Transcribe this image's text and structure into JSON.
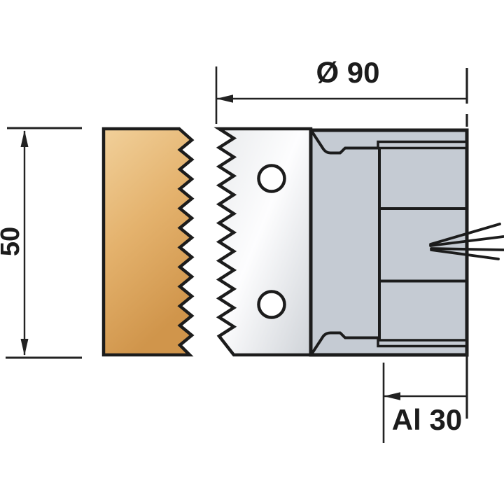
{
  "drawing": {
    "labels": {
      "diameter": "Ø 90",
      "height": "50",
      "bore": "Al 30"
    },
    "colors": {
      "outline": "#1c1c1c",
      "dim_line": "#222222",
      "body_fill": "#c5cbd3",
      "wood_light": "#f1d09a",
      "wood_mid": "#e4b26d",
      "wood_dark": "#d0954b",
      "knife_light": "#e9ebed",
      "knife_mid": "#fdfdfe",
      "knife_dark": "#cfd3d8",
      "background": "#ffffff"
    }
  }
}
